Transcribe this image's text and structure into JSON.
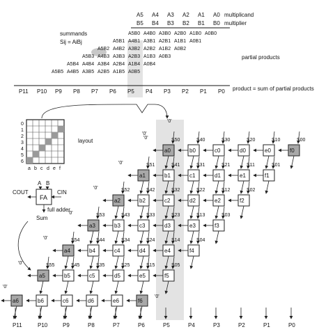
{
  "top": {
    "multiplicand_terms": [
      "A5",
      "A4",
      "A3",
      "A2",
      "A1",
      "A0"
    ],
    "multiplier_terms": [
      "B5",
      "B4",
      "B3",
      "B2",
      "B1",
      "B0"
    ],
    "multiplicand_label": "multiplicand",
    "multiplier_label": "multiplier",
    "summands_label": "summands",
    "summand_formula": "Sij = AiBj",
    "partial_products_label": "partial products",
    "partial_rows": [
      [
        "A5B0",
        "A4B0",
        "A3B0",
        "A2B0",
        "A1B0",
        "A0B0"
      ],
      [
        "A5B1",
        "A4B1",
        "A3B1",
        "A2B1",
        "A1B1",
        "A0B1"
      ],
      [
        "A5B2",
        "A4B2",
        "A3B2",
        "A2B2",
        "A1B2",
        "A0B2"
      ],
      [
        "A5B3",
        "A4B3",
        "A3B3",
        "A2B3",
        "A1B3",
        "A0B3"
      ],
      [
        "A5B4",
        "A4B4",
        "A3B4",
        "A2B4",
        "A1B4",
        "A0B4"
      ],
      [
        "A5B5",
        "A4B5",
        "A3B5",
        "A2B5",
        "A1B5",
        "A0B5"
      ]
    ],
    "product_terms": [
      "P11",
      "P10",
      "P9",
      "P8",
      "P7",
      "P6",
      "P5",
      "P4",
      "P3",
      "P2",
      "P1",
      "P0"
    ],
    "product_label": "product = sum of partial products"
  },
  "layout_inset": {
    "label": "layout",
    "row_labels": [
      "0",
      "1",
      "2",
      "3",
      "4",
      "5",
      "6"
    ],
    "col_labels": [
      "a",
      "b",
      "c",
      "d",
      "e",
      "f"
    ]
  },
  "full_adder": {
    "name": "FA",
    "input_a": "A",
    "input_b": "B",
    "carry_out": "COUT",
    "carry_in": "CIN",
    "sum": "Sum",
    "label": "full adder"
  },
  "array": {
    "zero_label": "'0'",
    "rows": [
      [
        "a0",
        "b0",
        "c0",
        "d0",
        "e0",
        "f0"
      ],
      [
        "a1",
        "b1",
        "c1",
        "d1",
        "e1",
        "f1"
      ],
      [
        "a2",
        "b2",
        "c2",
        "d2",
        "e2",
        "f2"
      ],
      [
        "a3",
        "b3",
        "c3",
        "d3",
        "e3",
        "f3"
      ],
      [
        "a4",
        "b4",
        "c4",
        "d4",
        "e4",
        "f4"
      ],
      [
        "a5",
        "b5",
        "c5",
        "d5",
        "e5",
        "f5"
      ],
      [
        "a6",
        "b6",
        "c6",
        "d6",
        "e6",
        "f6"
      ]
    ],
    "summand_labels": [
      [
        "S50",
        "S40",
        "S30",
        "S20",
        "S10",
        "S00"
      ],
      [
        "S51",
        "S41",
        "S31",
        "S21",
        "S11",
        "S01"
      ],
      [
        "S52",
        "S42",
        "S32",
        "S22",
        "S12",
        "S02"
      ],
      [
        "S53",
        "S43",
        "S33",
        "S23",
        "S13",
        "S03"
      ],
      [
        "S54",
        "S44",
        "S34",
        "S24",
        "S14",
        "S04"
      ],
      [
        "S55",
        "S45",
        "S35",
        "S25",
        "S15",
        "S05"
      ]
    ],
    "outputs": [
      "P11",
      "P10",
      "P9",
      "P8",
      "P7",
      "P6",
      "P5",
      "P4",
      "P3",
      "P2",
      "P1",
      "P0"
    ]
  }
}
